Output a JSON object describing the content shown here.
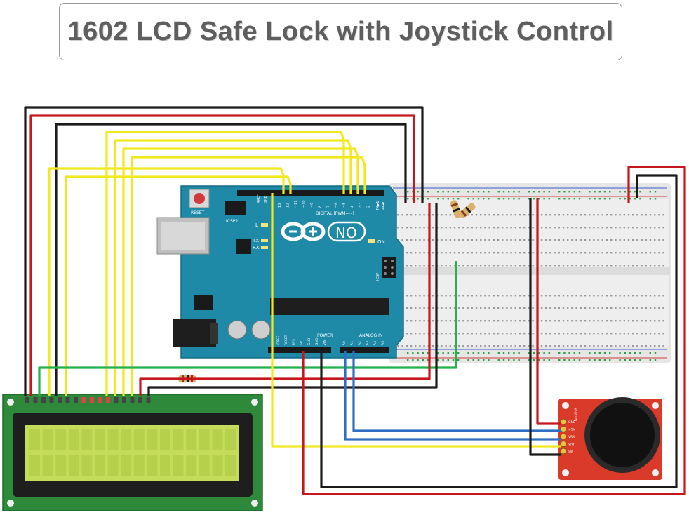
{
  "title": "1602 LCD Safe Lock with Joystick Control",
  "arduino": {
    "reset_label": "RESET",
    "icsp2_label": "ICSP2",
    "aref_label": "AREF",
    "gnd_label": "GND",
    "digital_label": "DIGITAL (PWM=~)",
    "tx_label": "TX",
    "rx_label": "RX",
    "l_label": "L",
    "on_label": "ON",
    "icsp_label": "ICSP",
    "model_label": "NO",
    "power_label": "POWER",
    "analog_label": "ANALOG IN",
    "txd_label": "TX▶1",
    "rxd_label": "RX◀0",
    "digital_pins": [
      "13",
      "12",
      "~11",
      "~10",
      "~9",
      "8",
      "7",
      "~6",
      "~5",
      "4",
      "~3",
      "2"
    ],
    "power_pins": [
      "IOREF",
      "RESET",
      "3V3",
      "5V",
      "GND",
      "GND",
      "VIN"
    ],
    "analog_pins": [
      "A0",
      "A1",
      "A2",
      "A3",
      "A4",
      "A5"
    ]
  },
  "joystick": {
    "pins": [
      "GND",
      "+5V",
      "VRX",
      "VRY",
      "SW"
    ],
    "vertical_text": "Joystick"
  },
  "colors": {
    "wire_yellow": "#f2e81e",
    "wire_red": "#c8161d",
    "wire_black": "#1a1a1a",
    "wire_green": "#22b24c",
    "wire_blue": "#2e6fc4",
    "arduino_blue": "#1f8aa8",
    "lcd_green": "#c4dc5a",
    "joystick_red": "#d93a2a"
  }
}
